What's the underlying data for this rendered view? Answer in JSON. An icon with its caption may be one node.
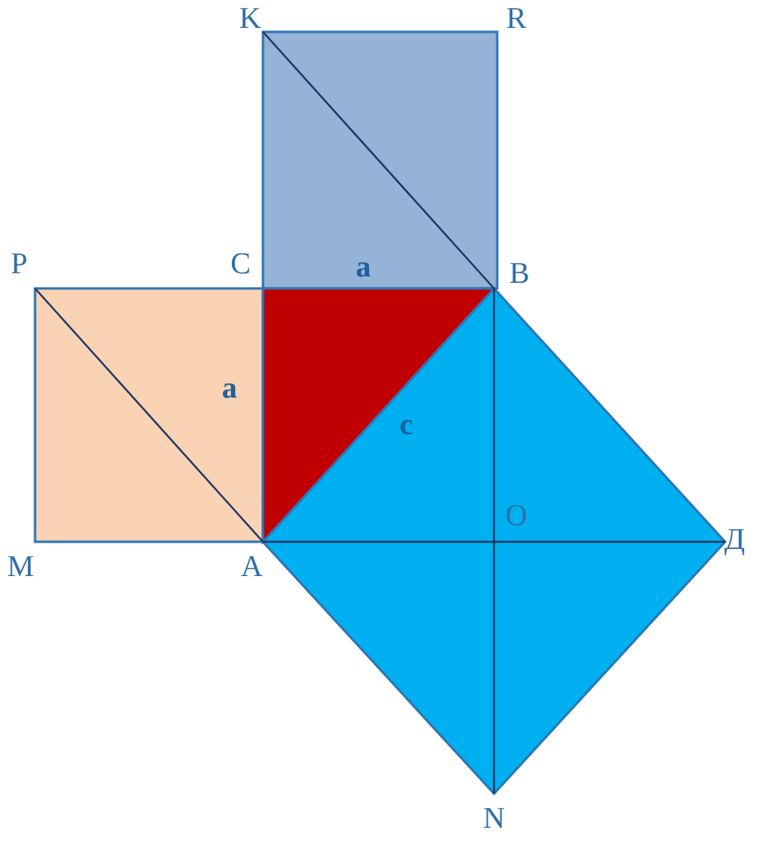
{
  "diagram": {
    "labels": [
      "K",
      "R",
      "P",
      "C",
      "a",
      "B",
      "a",
      "c",
      "O",
      "M",
      "A",
      "Д",
      "N"
    ]
  }
}
